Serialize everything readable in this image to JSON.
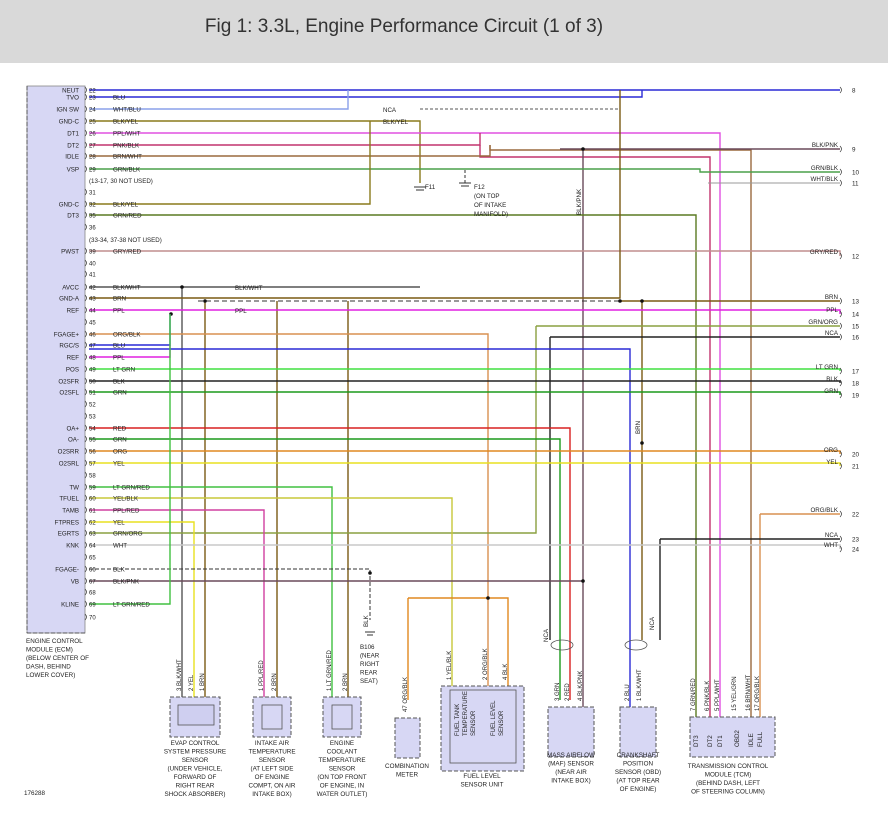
{
  "title": "Fig 1: 3.3L, Engine Performance Circuit (1 of 3)",
  "figure_number": "176288",
  "ecm": {
    "label_lines": [
      "ENGINE CONTROL",
      "MODULE (ECM)",
      "(BELOW CENTER OF",
      "DASH, BEHIND",
      "LOWER COVER)"
    ],
    "pins": [
      {
        "pin": "22",
        "name": "NEUT",
        "color": ""
      },
      {
        "pin": "23",
        "name": "TVO",
        "color": "BLU"
      },
      {
        "pin": "24",
        "name": "IGN SW",
        "color": "WHT/BLU"
      },
      {
        "pin": "25",
        "name": "GND-C",
        "color": "BLK/YEL"
      },
      {
        "pin": "26",
        "name": "DT1",
        "color": "PPL/WHT"
      },
      {
        "pin": "27",
        "name": "DT2",
        "color": "PNK/BLK"
      },
      {
        "pin": "28",
        "name": "IDLE",
        "color": "BRN/WHT"
      },
      {
        "pin": "29",
        "name": "VSP",
        "color": "GRN/BLK"
      },
      {
        "pin": "31",
        "name": "",
        "color": ""
      },
      {
        "pin": "32",
        "name": "GND-C",
        "color": "BLK/YEL"
      },
      {
        "pin": "35",
        "name": "DT3",
        "color": "GRN/RED"
      },
      {
        "pin": "36",
        "name": "",
        "color": ""
      },
      {
        "pin": "39",
        "name": "PWST",
        "color": "GRY/RED"
      },
      {
        "pin": "40",
        "name": "",
        "color": ""
      },
      {
        "pin": "41",
        "name": "",
        "color": ""
      },
      {
        "pin": "42",
        "name": "AVCC",
        "color": "BLK/WHT"
      },
      {
        "pin": "43",
        "name": "GND-A",
        "color": "BRN"
      },
      {
        "pin": "44",
        "name": "REF",
        "color": "PPL"
      },
      {
        "pin": "45",
        "name": "",
        "color": ""
      },
      {
        "pin": "46",
        "name": "FGAGE+",
        "color": "ORG/BLK"
      },
      {
        "pin": "47",
        "name": "RGC/S",
        "color": "BLU"
      },
      {
        "pin": "48",
        "name": "REF",
        "color": "PPL"
      },
      {
        "pin": "49",
        "name": "POS",
        "color": "LT GRN"
      },
      {
        "pin": "50",
        "name": "O2SFR",
        "color": "BLK"
      },
      {
        "pin": "51",
        "name": "O2SFL",
        "color": "GRN"
      },
      {
        "pin": "52",
        "name": "",
        "color": ""
      },
      {
        "pin": "53",
        "name": "",
        "color": ""
      },
      {
        "pin": "54",
        "name": "OA+",
        "color": "RED"
      },
      {
        "pin": "55",
        "name": "OA-",
        "color": "GRN"
      },
      {
        "pin": "56",
        "name": "O2SRR",
        "color": "ORG"
      },
      {
        "pin": "57",
        "name": "O2SRL",
        "color": "YEL"
      },
      {
        "pin": "58",
        "name": "",
        "color": ""
      },
      {
        "pin": "59",
        "name": "TW",
        "color": "LT GRN/RED"
      },
      {
        "pin": "60",
        "name": "TFUEL",
        "color": "YEL/BLK"
      },
      {
        "pin": "61",
        "name": "TAMB",
        "color": "PPL/RED"
      },
      {
        "pin": "62",
        "name": "FTPRES",
        "color": "YEL"
      },
      {
        "pin": "63",
        "name": "EGRTS",
        "color": "GRN/ORG"
      },
      {
        "pin": "64",
        "name": "KNK",
        "color": "WHT"
      },
      {
        "pin": "65",
        "name": "",
        "color": ""
      },
      {
        "pin": "66",
        "name": "FGAGE-",
        "color": "BLK"
      },
      {
        "pin": "67",
        "name": "VB",
        "color": "BLK/PNK"
      },
      {
        "pin": "68",
        "name": "",
        "color": ""
      },
      {
        "pin": "69",
        "name": "KLINE",
        "color": "LT GRN/RED"
      },
      {
        "pin": "70",
        "name": "",
        "color": ""
      }
    ],
    "notes": [
      "(13-17, 30 NOT USED)",
      "(33-34, 37-38 NOT USED)"
    ]
  },
  "right_connectors": [
    {
      "num": "8",
      "color": ""
    },
    {
      "num": "9",
      "color": "BLK/PNK"
    },
    {
      "num": "10",
      "color": "GRN/BLK"
    },
    {
      "num": "11",
      "color": "WHT/BLK"
    },
    {
      "num": "12",
      "color": "GRY/RED"
    },
    {
      "num": "13",
      "color": "BRN"
    },
    {
      "num": "14",
      "color": "PPL"
    },
    {
      "num": "15",
      "color": "GRN/ORG"
    },
    {
      "num": "16",
      "color": "NCA"
    },
    {
      "num": "17",
      "color": "LT GRN"
    },
    {
      "num": "18",
      "color": "BLK"
    },
    {
      "num": "19",
      "color": "GRN"
    },
    {
      "num": "20",
      "color": "ORG"
    },
    {
      "num": "21",
      "color": "YEL"
    },
    {
      "num": "22",
      "color": "ORG/BLK"
    },
    {
      "num": "23",
      "color": "NCA"
    },
    {
      "num": "24",
      "color": "WHT"
    }
  ],
  "splice_labels": {
    "nca_top": "NCA",
    "blk_yel_top": "BLK/YEL",
    "f11": "F11",
    "f12_lines": [
      "F12",
      "(ON TOP",
      "OF INTAKE",
      "MANIFOLD)"
    ],
    "blk_pnk_vert": "BLK/PNK",
    "blk_wht_bus": "BLK/WHT",
    "ppl_bus": "PPL",
    "brn_vert": "BRN",
    "blk_vert": "BLK",
    "b106_lines": [
      "B106",
      "(NEAR",
      "RIGHT",
      "REAR",
      "SEAT)"
    ],
    "nca_left": "NCA",
    "nca_right": "NCA"
  },
  "components": [
    {
      "id": "evap",
      "label_lines": [
        "EVAP CONTROL",
        "SYSTEM PRESSURE",
        "SENSOR",
        "(UNDER VEHICLE,",
        "FORWARD OF",
        "RIGHT REAR",
        "SHOCK ABSORBER)"
      ],
      "pins": [
        "3 BLK/WHT",
        "2 YEL",
        "1 BRN"
      ]
    },
    {
      "id": "iat",
      "label_lines": [
        "INTAKE AIR",
        "TEMPERATURE",
        "SENSOR",
        "(AT LEFT SIDE",
        "OF ENGINE",
        "COMPT, ON AIR",
        "INTAKE BOX)"
      ],
      "pins": [
        "1 PPL/RED",
        "2 BRN"
      ]
    },
    {
      "id": "ect",
      "label_lines": [
        "ENGINE",
        "COOLANT",
        "TEMPERATURE",
        "SENSOR",
        "(ON TOP FRONT",
        "OF ENGINE, IN",
        "WATER OUTLET)"
      ],
      "pins": [
        "1 LT GRN/RED",
        "2 BRN"
      ]
    },
    {
      "id": "combo",
      "label_lines": [
        "COMBINATION",
        "METER"
      ],
      "pins": [
        "47 ORG/BLK"
      ]
    },
    {
      "id": "fuel",
      "label_lines": [
        "FUEL LEVEL",
        "SENSOR UNIT"
      ],
      "pins": [
        "1 YEL/BLK",
        "2 ORG/BLK",
        "4 BLK"
      ],
      "inner": [
        "FUEL TANK",
        "TEMPERATURE",
        "SENSOR",
        "FUEL LEVEL",
        "SENSOR"
      ]
    },
    {
      "id": "maf",
      "label_lines": [
        "MASS AIRFLOW",
        "(MAF) SENSOR",
        "(NEAR AIR",
        "INTAKE BOX)"
      ],
      "pins": [
        "3 GRN",
        "2 RED",
        "4 BLK/PNK"
      ]
    },
    {
      "id": "ckp",
      "label_lines": [
        "CRANKSHAFT",
        "POSITION",
        "SENSOR (OBD)",
        "(AT TOP REAR",
        "OF ENGINE)"
      ],
      "pins": [
        "2 BLU",
        "1 BLK/WHT"
      ]
    },
    {
      "id": "tcm",
      "label_lines": [
        "TRANSMISSION CONTROL",
        "MODULE (TCM)",
        "(BEHIND DASH, LEFT",
        "OF STEERING COLUMN)"
      ],
      "pins": [
        "7 GRN/RED",
        "6 PNK/BLK",
        "5 PPL/WHT",
        "15 YEL/GRN",
        "16 BRN/WHT",
        "17 ORG/BLK"
      ],
      "inner": [
        "DT3",
        "DT2",
        "DT1",
        "OBD2",
        "IDLE",
        "FULL"
      ]
    }
  ]
}
